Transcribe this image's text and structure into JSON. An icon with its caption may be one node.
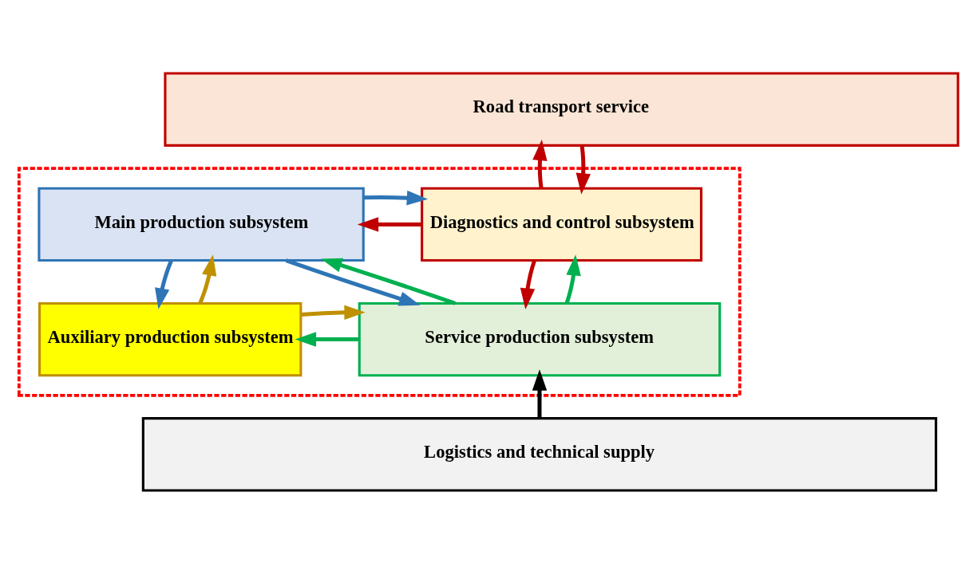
{
  "diagram": {
    "nodes": [
      {
        "text": [
          "Road transport service"
        ]
      },
      {
        "text": [],
        "shape": "box"
      },
      {
        "text": [
          "Diagnostics and control subsystem"
        ],
        "in": 1
      },
      {
        "text": [
          "Main production subsystem"
        ],
        "in": 1
      },
      {
        "text": [
          "Service production subsystem"
        ],
        "in": 1
      },
      {
        "text": [
          "Auxiliary production subsystem"
        ],
        "in": 1
      },
      {
        "text": [
          "Logistics and technical supply"
        ]
      }
    ],
    "edges": [
      {
        "from": 2,
        "to": 0,
        "arrow": "to",
        "color": "#c00000"
      },
      {
        "from": 0,
        "to": 2,
        "arrow": "to",
        "color": "#c00000"
      },
      {
        "from": 2,
        "to": 3,
        "arrow": "to",
        "color": "#c00000"
      },
      {
        "from": 3,
        "to": 2,
        "arrow": "to",
        "color": "#2e75b6"
      },
      {
        "from": 4,
        "to": 2,
        "arrow": "to",
        "color": "#00b050"
      },
      {
        "from": 2,
        "to": 4,
        "arrow": "to",
        "color": "#c00000"
      },
      {
        "from": 4,
        "to": 3,
        "arrow": "to",
        "color": "#00b050"
      },
      {
        "from": 3,
        "to": 4,
        "arrow": "to",
        "color": "#2e75b6"
      },
      {
        "from": 5,
        "to": 3,
        "arrow": "to",
        "color": "#bf9000"
      },
      {
        "from": 3,
        "to": 5,
        "arrow": "to",
        "color": "#2e75b6"
      },
      {
        "from": 4,
        "to": 5,
        "arrow": "to",
        "color": "#00b050"
      },
      {
        "from": 5,
        "to": 4,
        "arrow": "to",
        "color": "#bf9000"
      },
      {
        "from": 6,
        "to": 4,
        "arrow": "to",
        "color": "#000000"
      }
    ]
  }
}
